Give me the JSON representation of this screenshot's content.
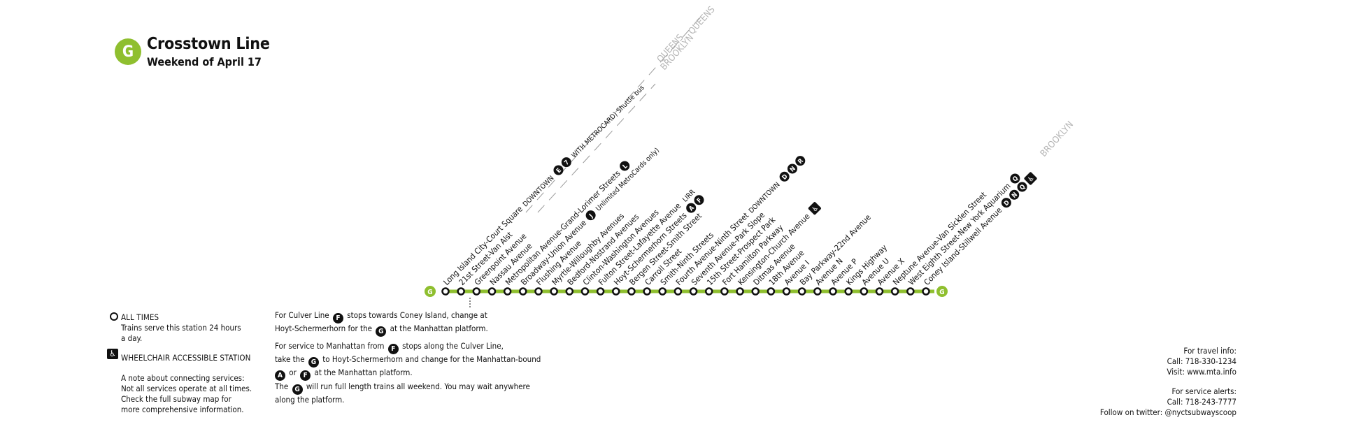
{
  "header": {
    "line_letter": "G",
    "title": "Crosstown Line",
    "subtitle": "Weekend of April 17"
  },
  "colors": {
    "line_green": "#8fbf2f",
    "text": "#111111",
    "boro_gray": "#b5b5b5"
  },
  "stations": [
    {
      "name": "Long Island City-Court Square",
      "note": "DOWNTOWN",
      "bullets": [
        "E",
        "7"
      ],
      "extra": "WITH METROCARD) Shuttle bus"
    },
    {
      "name": "21st Street-Van Alst"
    },
    {
      "name": "Greenpoint Avenue"
    },
    {
      "name": "Nassau Avenue"
    },
    {
      "name": "Metropolitan Avenue-Grand-Lorimer Streets",
      "bullets": [
        "L"
      ]
    },
    {
      "name": "Broadway-Union Avenue",
      "bullets": [
        "J"
      ],
      "extra": "Unlimited MetroCards only)"
    },
    {
      "name": "Flushing Avenue"
    },
    {
      "name": "Myrtle-Willoughby Avenues"
    },
    {
      "name": "Bedford-Nostrand Avenues"
    },
    {
      "name": "Clinton-Washington Avenues"
    },
    {
      "name": "Fulton Street-Lafayette Avenue",
      "extra": "LIRR"
    },
    {
      "name": "Hoyt-Schermerhorn Streets",
      "bullets": [
        "A",
        "F"
      ]
    },
    {
      "name": "Bergen Street-Smith Street"
    },
    {
      "name": "Carroll Street"
    },
    {
      "name": "Smith-Ninth Streets"
    },
    {
      "name": "Fourth Avenue-Ninth Street",
      "note": "DOWNTOWN",
      "bullets": [
        "D",
        "N",
        "R"
      ]
    },
    {
      "name": "Seventh Avenue-Park Slope"
    },
    {
      "name": "15th Street-Prospect Park"
    },
    {
      "name": "Fort Hamilton Parkway"
    },
    {
      "name": "Kensington-Church Avenue",
      "accessible": true
    },
    {
      "name": "Ditmas Avenue"
    },
    {
      "name": "18th Avenue"
    },
    {
      "name": "Avenue I"
    },
    {
      "name": "Bay Parkway-22nd Avenue"
    },
    {
      "name": "Avenue N"
    },
    {
      "name": "Avenue P"
    },
    {
      "name": "Kings Highway"
    },
    {
      "name": "Avenue U"
    },
    {
      "name": "Avenue X"
    },
    {
      "name": "Neptune Avenue-Van Sicklen Street"
    },
    {
      "name": "West Eighth Street-New York Aquarium",
      "bullets": [
        "Q"
      ]
    },
    {
      "name": "Coney Island-Stillwell Avenue",
      "bullets": [
        "D",
        "N",
        "Q"
      ],
      "accessible": true
    }
  ],
  "boroughs": {
    "queens_1": "QUEENS",
    "queens_2": "QUEENS",
    "brooklyn_1": "BROOKLYN",
    "brooklyn_2": "BROOKLYN"
  },
  "legend": {
    "all_times_title": "ALL TIMES",
    "all_times_line1": "Trains serve this station 24 hours",
    "all_times_line2": "a day.",
    "wheelchair_title": "WHEELCHAIR ACCESSIBLE STATION",
    "note_line1": "A note about connecting services:",
    "note_line2": "Not all services operate at all times.",
    "note_line3": "Check the full subway map for",
    "note_line4": "more comprehensive information."
  },
  "notes": {
    "n1_a": "For Culver Line",
    "n1_bullet": "F",
    "n1_b": "stops towards Coney Island, change at",
    "n1_c": "Hoyt-Schermerhorn for the",
    "n1_bullet2": "G",
    "n1_d": "at the Manhattan platform.",
    "n2_a": "For service to Manhattan from",
    "n2_bullet": "F",
    "n2_b": "stops along the Culver Line,",
    "n2_c": "take the",
    "n2_bullet2": "G",
    "n2_d": "to Hoyt-Schermerhorn and change for the Manhattan-bound",
    "n2_bullet3": "A",
    "n2_e": "or",
    "n2_bullet4": "F",
    "n2_f": "at the Manhattan platform.",
    "n3_a": "The",
    "n3_bullet": "G",
    "n3_b": "will run full length trains all weekend. You may wait anywhere",
    "n3_c": "along the platform."
  },
  "info": {
    "travel_title": "For travel info:",
    "travel_call": "Call: 718-330-1234",
    "travel_visit": "Visit: www.mta.info",
    "alerts_title": "For service alerts:",
    "alerts_call": "Call: 718-243-7777",
    "alerts_twitter": "Follow on twitter: @nyctsubwayscoop"
  }
}
